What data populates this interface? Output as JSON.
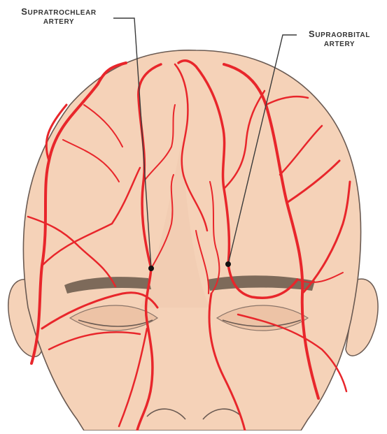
{
  "labels": {
    "supratrochlear": {
      "line1_first": "S",
      "line1_rest": "upratrochlear",
      "line2": "artery"
    },
    "supraorbital": {
      "line1_first": "S",
      "line1_rest": "upraorbital",
      "line2": "artery"
    }
  },
  "colors": {
    "skin": "#f5d2b8",
    "skin_shadow": "#e8bfa2",
    "outline": "#6a5a52",
    "artery": "#e8262b",
    "eyebrow": "#7d6a5a",
    "leader_line": "#3a3a3a",
    "dot": "#111111"
  }
}
